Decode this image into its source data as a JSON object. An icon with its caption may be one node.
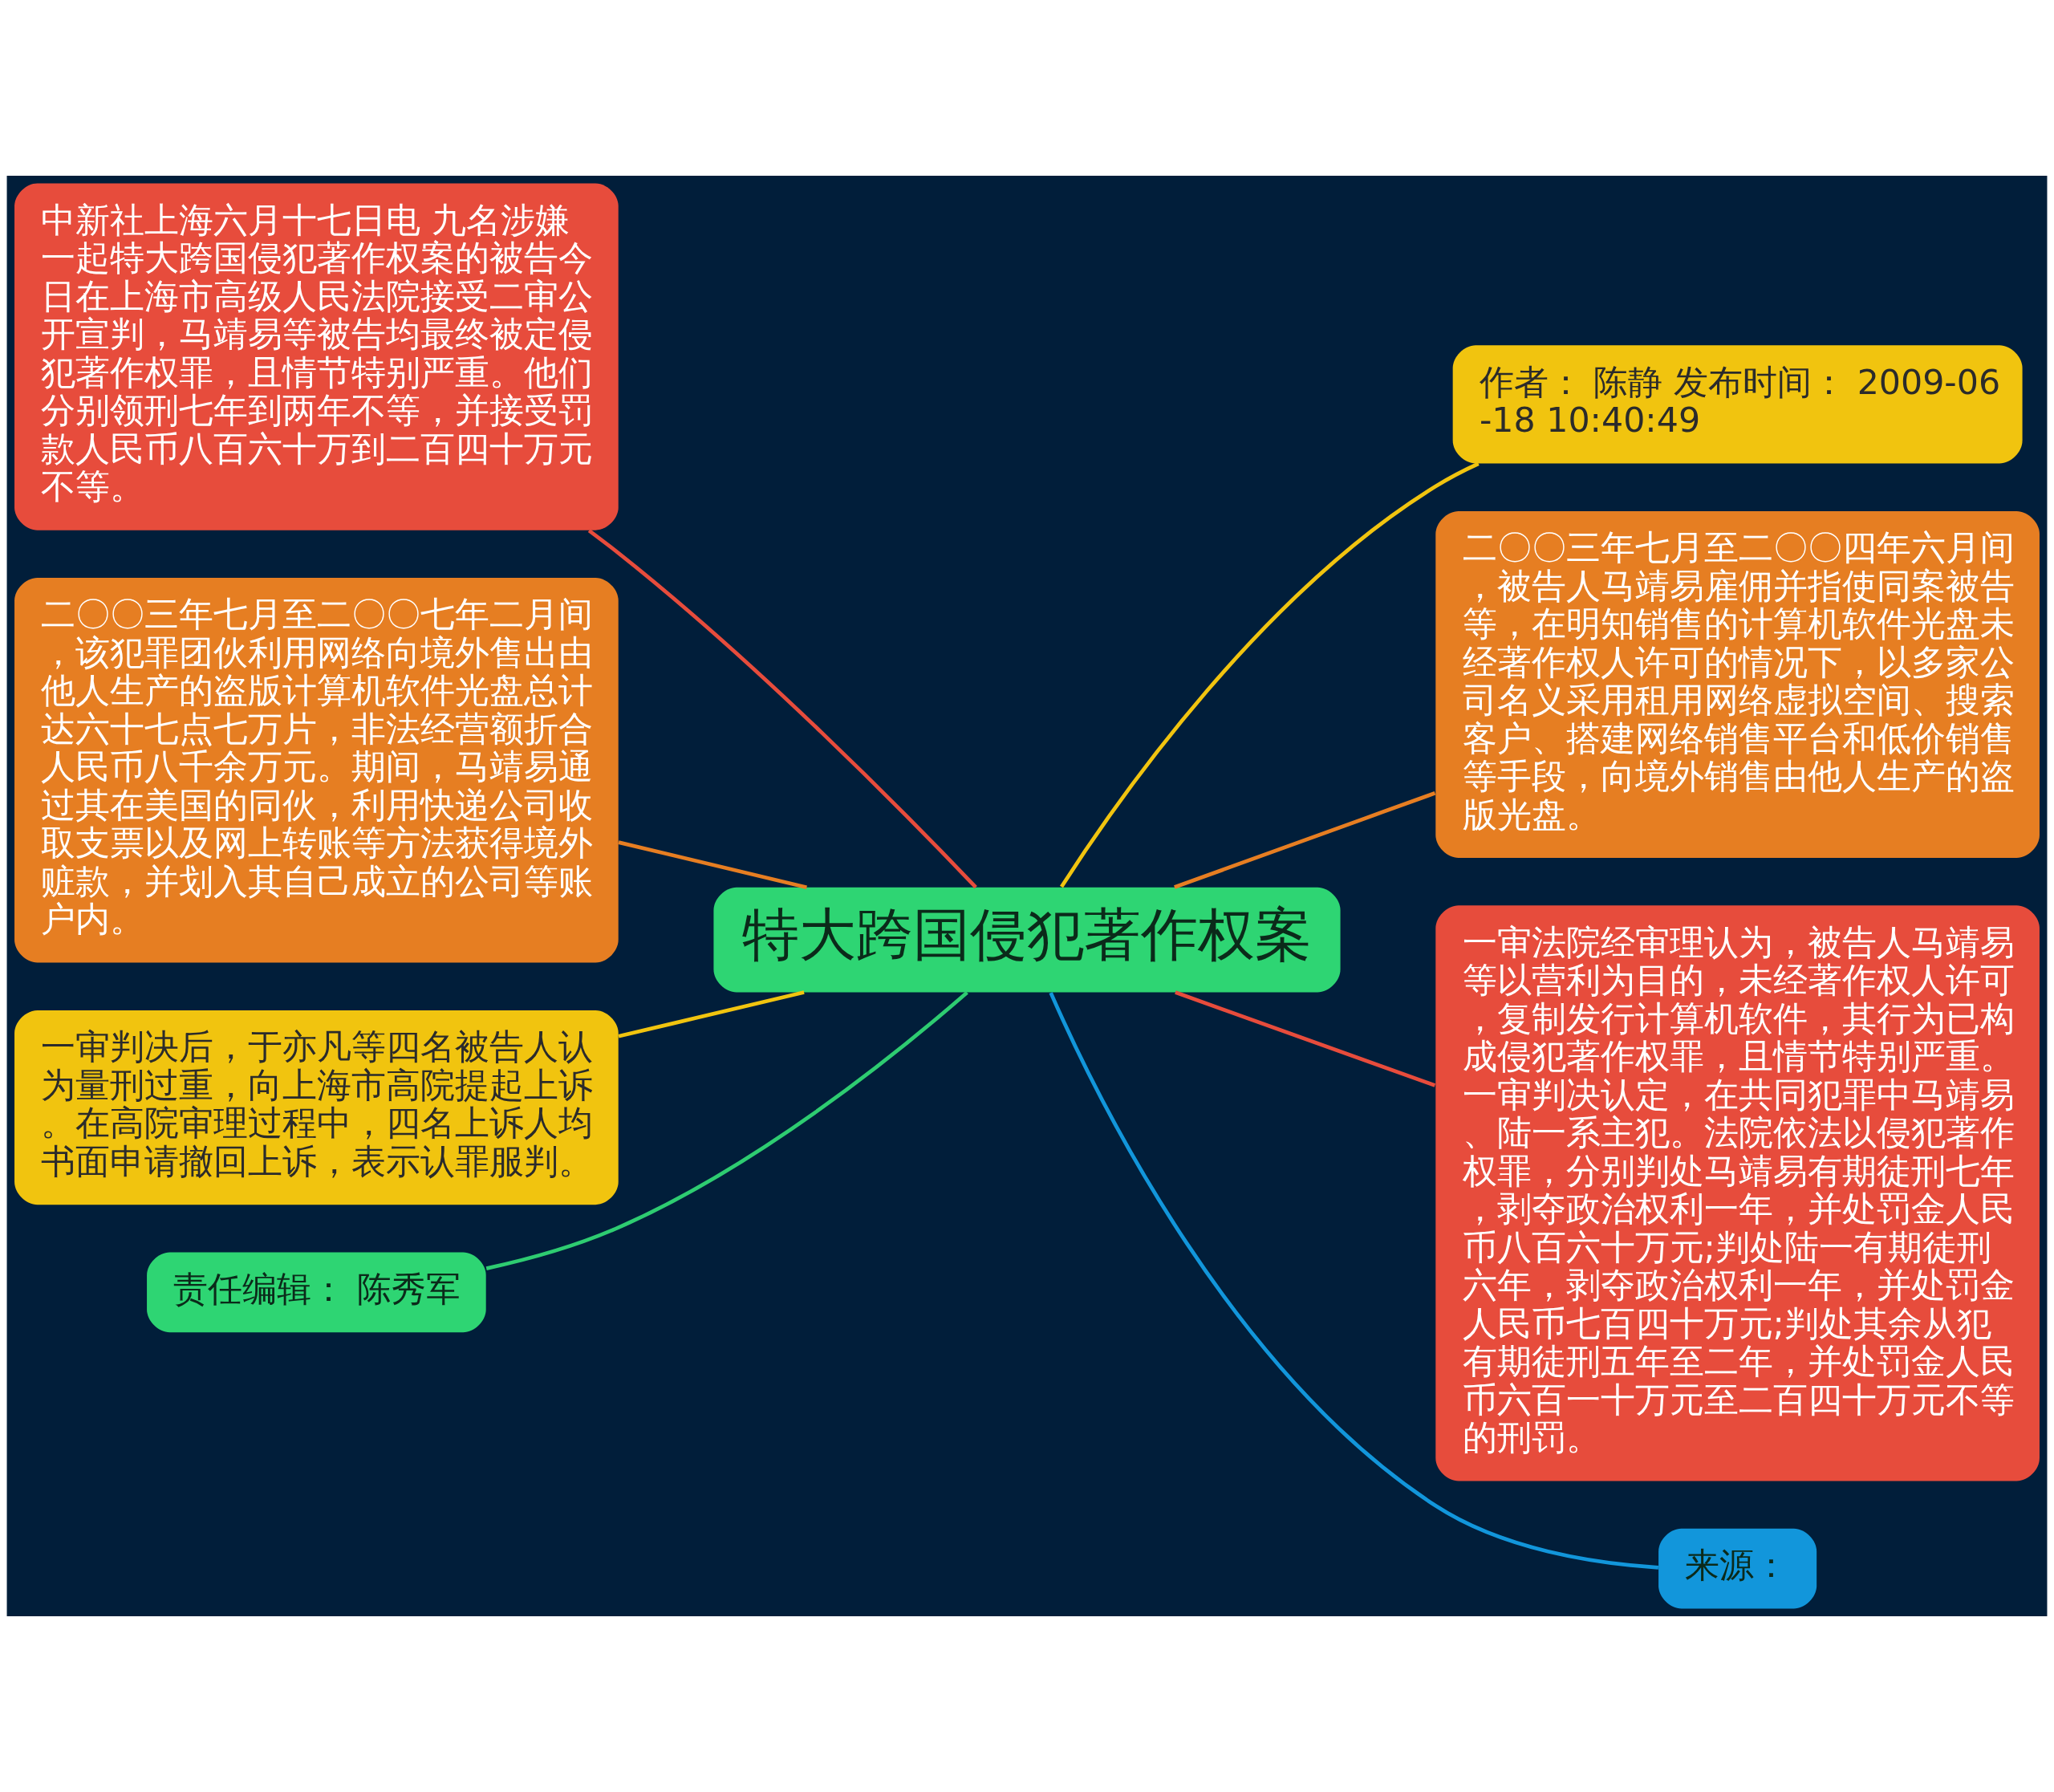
{
  "diagram": {
    "nodes": [
      {
        "text": [
          "特大跨国侵犯著作权案"
        ]
      },
      {
        "text": [
          "中新社上海六月十七日电 九名涉嫌一起特大跨国侵犯著作权案的被告今日在上海市高级人民法院接受二审公开宣判，马靖易等被告均最终被定侵犯著作权罪，且情节特别严重。他们分别领刑七年到两年不等，并接受罚款人民币八百六十万到二百四十万元不等。"
        ]
      },
      {
        "text": [
          "二〇〇三年七月至二〇〇七年二月间，该犯罪团伙利用网络向境外售出由他人生产的盗版计算机软件光盘总计达六十七点七万片，非法经营额折合人民币八千余万元。期间，马靖易通过其在美国的同伙，利用快递公司收取支票以及网上转账等方法获得境外赃款，并划入其自己成立的公司等账户内。"
        ]
      },
      {
        "text": [
          "一审判决后，于亦凡等四名被告人认为量刑过重，向上海市高院提起上诉。在高院审理过程中，四名上诉人均书面申请撤回上诉，表示认罪服判。"
        ]
      },
      {
        "text": [
          "责任编辑： 陈秀军"
        ]
      },
      {
        "text": [
          "作者： 陈静 发布时间： 2009-06-18 10:40:49"
        ]
      },
      {
        "text": [
          "二〇〇三年七月至二〇〇四年六月间，被告人马靖易雇佣并指使同案被告等，在明知销售的计算机软件光盘未经著作权人许可的情况下，以多家公司名义采用租用网络虚拟空间、搜索客户、搭建网络销售平台和低价销售等手段，向境外销售由他人生产的盗版光盘。"
        ]
      },
      {
        "text": [
          "一审法院经审理认为，被告人马靖易等以营利为目的，未经著作权人许可，复制发行计算机软件，其行为已构成侵犯著作权罪，且情节特别严重。一审判决认定，在共同犯罪中马靖易、陆一系主犯。法院依法以侵犯著作权罪，分别判处马靖易有期徒刑七年，剥夺政治权利一年，并处罚金人民币八百六十万元;判处陆一有期徒刑六年，剥夺政治权利一年，并处罚金人民币七百四十万元;判处其余从犯有期徒刑五年至二年，并处罚金人民币六百一十万元至二百四十万元不等的刑罚。"
        ]
      },
      {
        "text": [
          "来源："
        ]
      }
    ],
    "edges": [
      {
        "from": 1,
        "to": 0,
        "arrow": "none",
        "color": "#e74c3c"
      },
      {
        "from": 2,
        "to": 0,
        "arrow": "none",
        "color": "#e67e22"
      },
      {
        "from": 3,
        "to": 0,
        "arrow": "none",
        "color": "#f1c40f"
      },
      {
        "from": 4,
        "to": 0,
        "arrow": "none",
        "color": "#2ecc71"
      },
      {
        "from": 0,
        "to": 5,
        "arrow": "none",
        "color": "#f1c40f"
      },
      {
        "from": 0,
        "to": 6,
        "arrow": "none",
        "color": "#e67e22"
      },
      {
        "from": 0,
        "to": 7,
        "arrow": "none",
        "color": "#e74c3c"
      },
      {
        "from": 0,
        "to": 8,
        "arrow": "none",
        "color": "#1296db"
      }
    ]
  }
}
